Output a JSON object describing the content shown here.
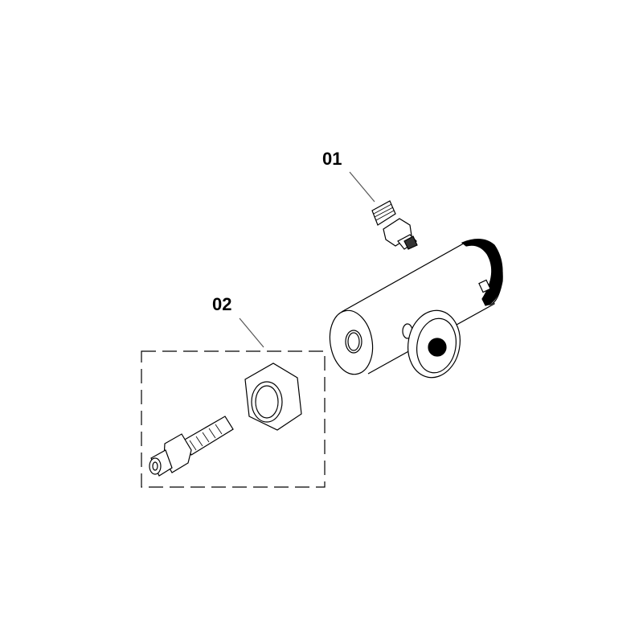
{
  "callouts": [
    {
      "id": "01",
      "label": "01"
    },
    {
      "id": "02",
      "label": "02"
    }
  ],
  "colors": {
    "line": "#000000",
    "leader": "#555555",
    "background": "#ffffff"
  }
}
